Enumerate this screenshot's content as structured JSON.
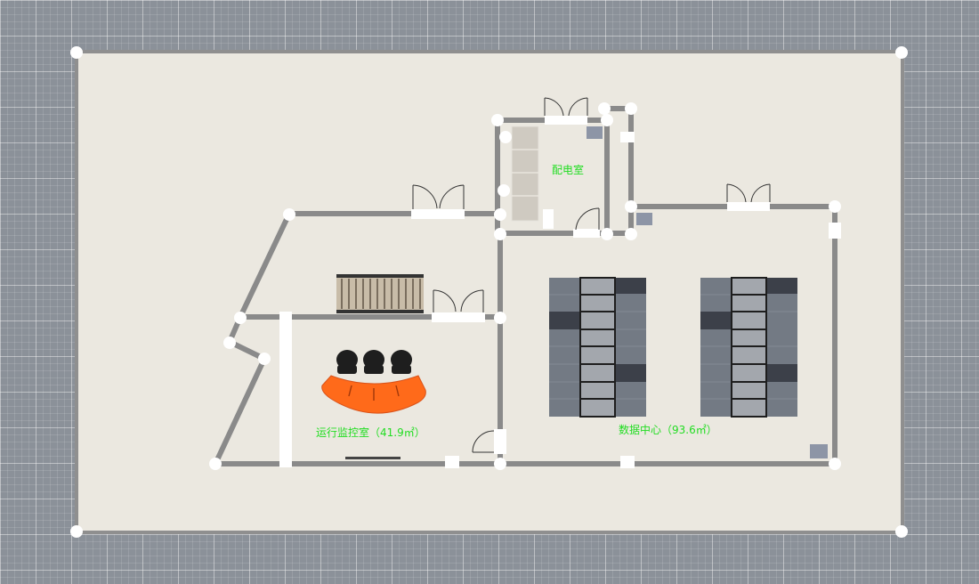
{
  "floorplan": {
    "colors": {
      "floor": "#ebe8e0",
      "wall": "#8a8a8a",
      "node": "#ffffff",
      "label": "#22dd22",
      "desk": "#ff6a1a",
      "rack_dark": "#3c4049",
      "rack_mid": "#737a84"
    },
    "rooms": [
      {
        "id": "power",
        "label": "配电室"
      },
      {
        "id": "monitor",
        "label": "运行监控室（41.9㎡）"
      },
      {
        "id": "datacenter",
        "label": "数据中心（93.6㎡）"
      }
    ],
    "icons": [
      "door-icon",
      "stairs-icon",
      "chair-icon",
      "console-desk-icon",
      "server-rack-icon",
      "power-cabinet-icon",
      "wall-node-icon"
    ]
  }
}
